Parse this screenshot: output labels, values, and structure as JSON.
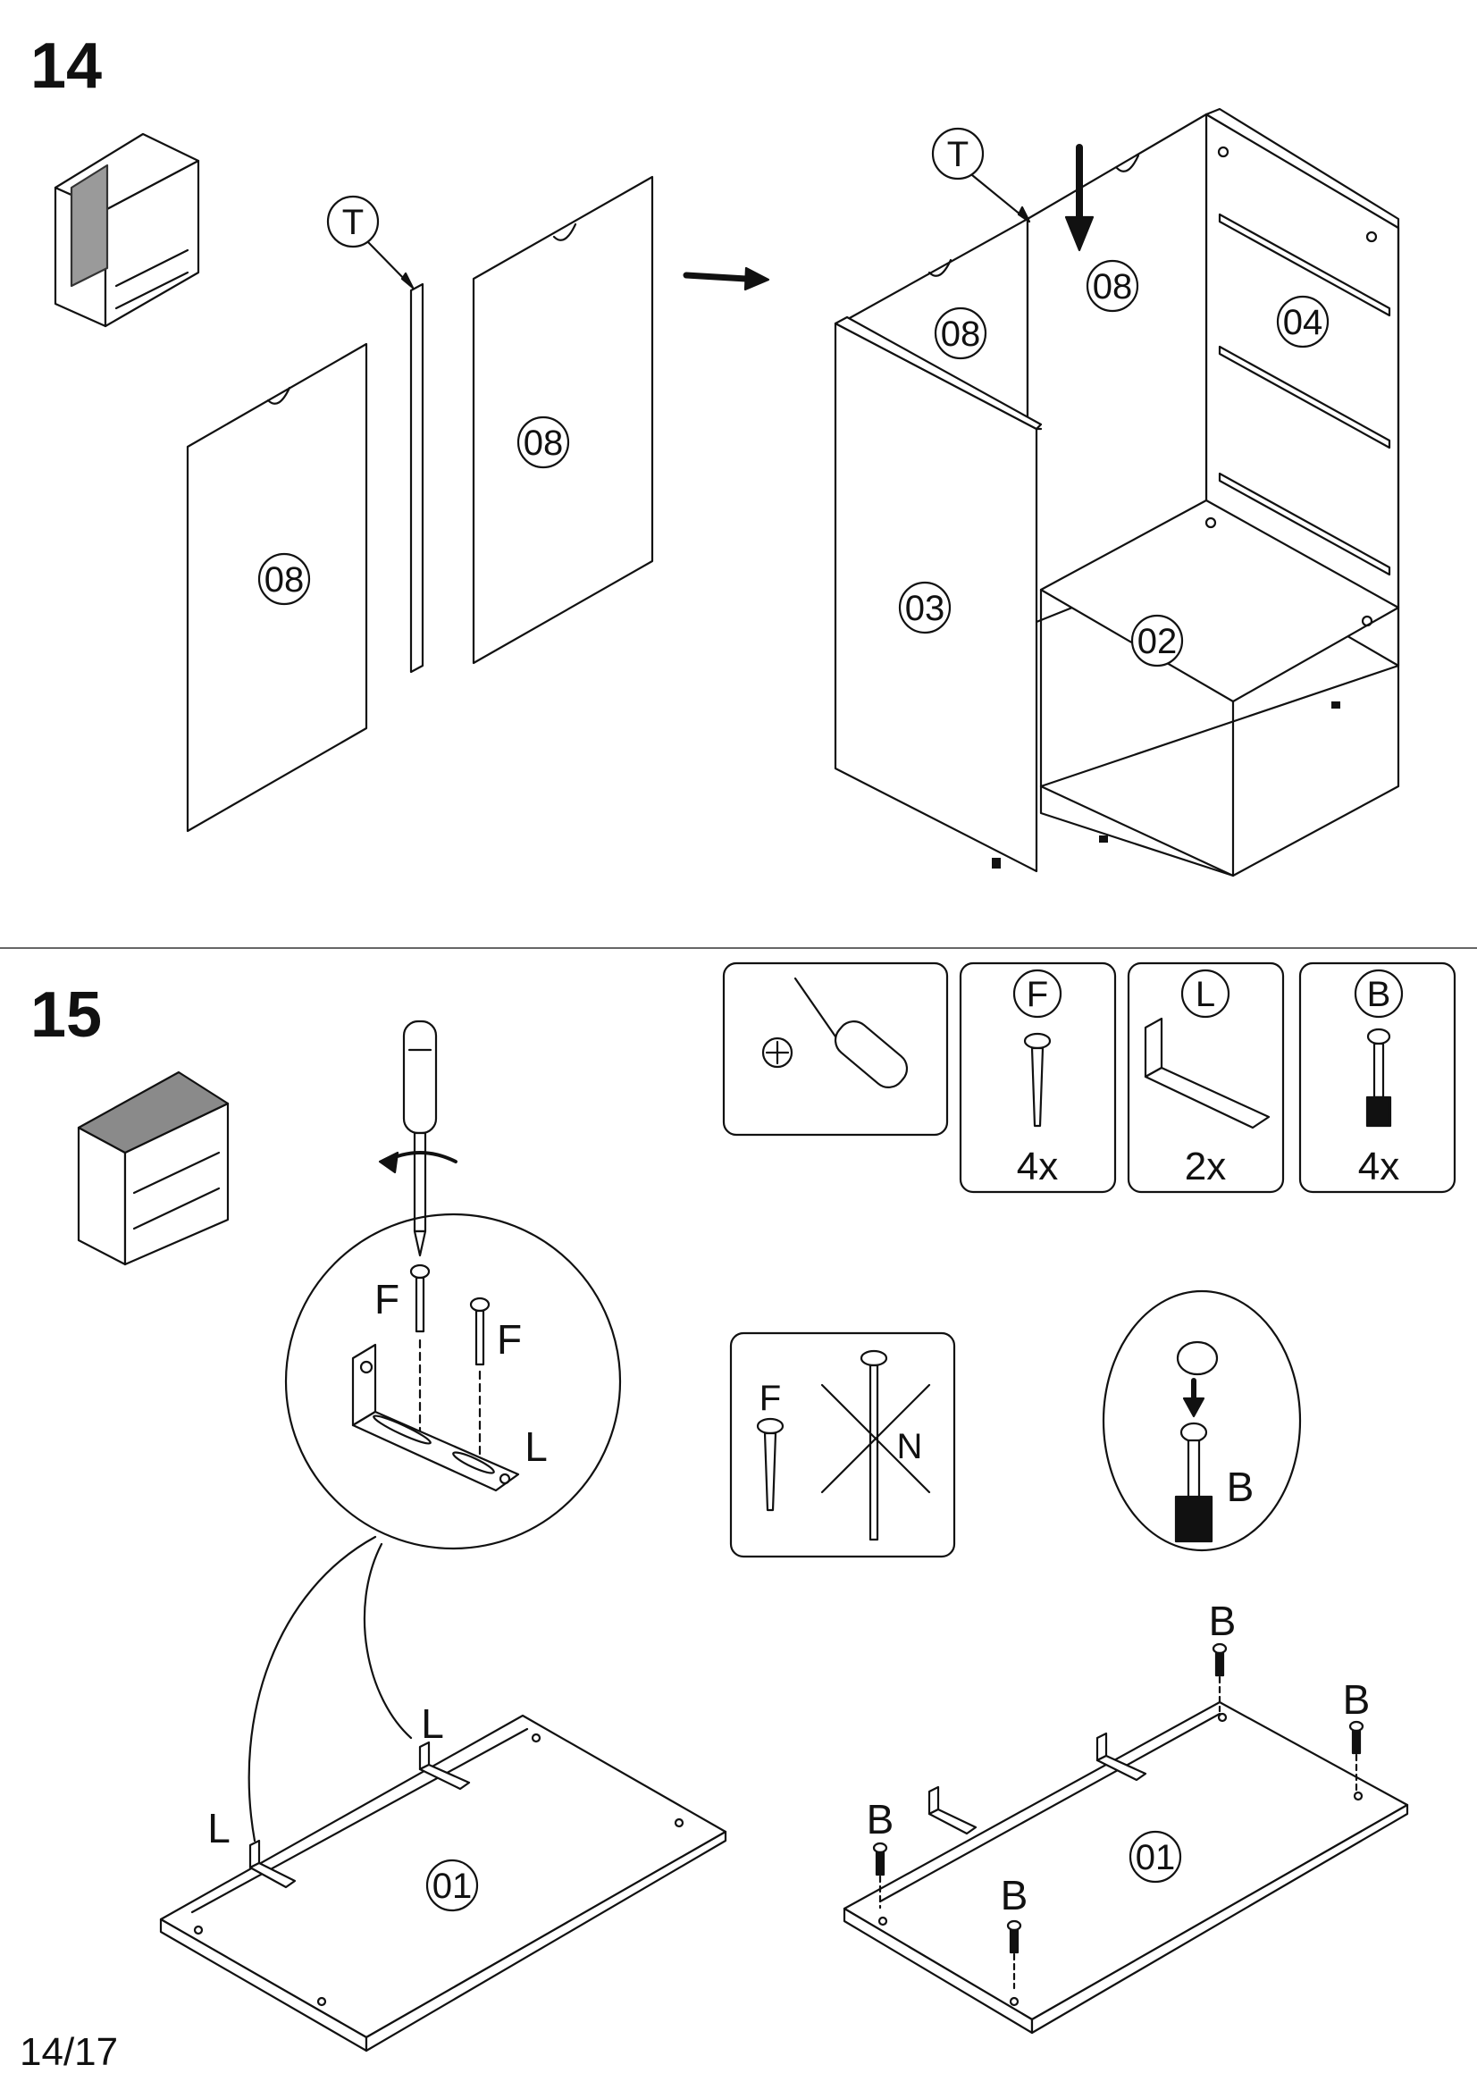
{
  "steps": {
    "step14": {
      "number": "14",
      "tool_label": "T",
      "parts": {
        "panel_a": "08",
        "panel_b": "08",
        "cab_back_left": "08",
        "cab_back_right": "08",
        "side_right": "04",
        "side_left": "03",
        "bottom": "02"
      }
    },
    "step15": {
      "number": "15",
      "hardware": [
        {
          "id": "screwdriver",
          "label": "",
          "qty": ""
        },
        {
          "id": "F",
          "label": "F",
          "qty": "4x"
        },
        {
          "id": "L",
          "label": "L",
          "qty": "2x"
        },
        {
          "id": "B",
          "label": "B",
          "qty": "4x"
        }
      ],
      "detail_labels": {
        "screw_1": "F",
        "screw_2": "F",
        "bracket": "L"
      },
      "warning": {
        "ok": "F",
        "not": "N"
      },
      "foot_detail": "B",
      "top_panel_left": {
        "part": "01",
        "bracket_1": "L",
        "bracket_2": "L"
      },
      "top_panel_right": {
        "part": "01",
        "feet": [
          "B",
          "B",
          "B",
          "B"
        ]
      }
    }
  },
  "page": "14/17"
}
